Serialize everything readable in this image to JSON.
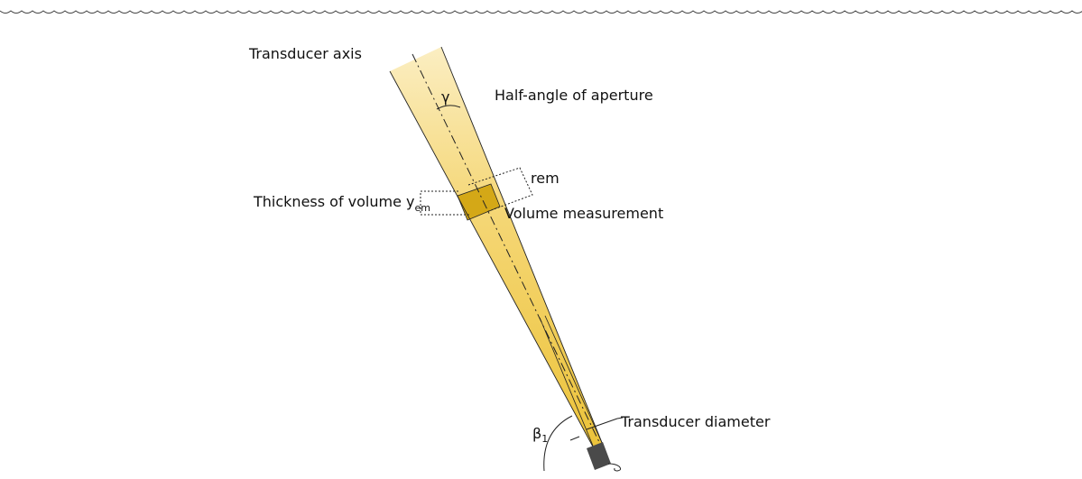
{
  "labels": {
    "transducer_axis": "Transducer axis",
    "half_angle": "Half-angle of aperture",
    "gamma_symbol": "γ",
    "r_main": "r",
    "r_sub": "em",
    "thickness_main": "Thickness of volume y",
    "thickness_sub": "em",
    "volume_measurement": "Volume measurement",
    "transducer_diameter": "Transducer diameter",
    "beta_main": "β",
    "beta_sub": "1"
  },
  "colors": {
    "beam_light": "#fbeec2",
    "beam_mid": "#f5d777",
    "beam_dark": "#ecc33a",
    "volume": "#d4a817",
    "transducer": "#4a4a4a",
    "surface": "#444444",
    "line": "#222222"
  },
  "icons": {
    "surface_wave": "water-surface-wave",
    "transducer_body": "transducer-probe"
  }
}
